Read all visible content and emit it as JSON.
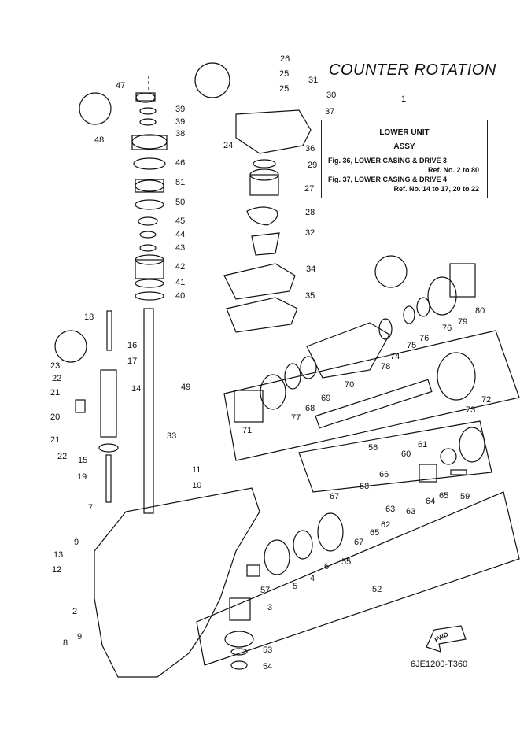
{
  "heading": "COUNTER ROTATION",
  "reference": {
    "number": "1",
    "title_line1": "LOWER UNIT",
    "title_line2": "ASSY",
    "fig36": "Fig. 36, LOWER CASING & DRIVE 3",
    "fig36_ref": "Ref. No. 2 to 80",
    "fig37": "Fig. 37, LOWER CASING & DRIVE 4",
    "fig37_ref": "Ref. No. 14 to 17, 20 to 22"
  },
  "drawing_code": "6JE1200-T360",
  "fwd_label": "FWD",
  "callouts": [
    "2",
    "3",
    "4",
    "5",
    "6",
    "7",
    "8",
    "9",
    "9",
    "10",
    "11",
    "12",
    "13",
    "14",
    "15",
    "16",
    "17",
    "18",
    "19",
    "20",
    "21",
    "21",
    "22",
    "22",
    "23",
    "24",
    "25",
    "25",
    "26",
    "27",
    "28",
    "29",
    "30",
    "31",
    "32",
    "33",
    "34",
    "35",
    "36",
    "37",
    "38",
    "39",
    "39",
    "40",
    "41",
    "42",
    "43",
    "44",
    "45",
    "46",
    "47",
    "48",
    "49",
    "50",
    "51",
    "52",
    "53",
    "54",
    "55",
    "56",
    "57",
    "58",
    "59",
    "60",
    "61",
    "62",
    "63",
    "63",
    "64",
    "65",
    "65",
    "66",
    "67",
    "67",
    "68",
    "69",
    "70",
    "71",
    "72",
    "73",
    "74",
    "75",
    "76",
    "76",
    "77",
    "78",
    "79",
    "80"
  ]
}
